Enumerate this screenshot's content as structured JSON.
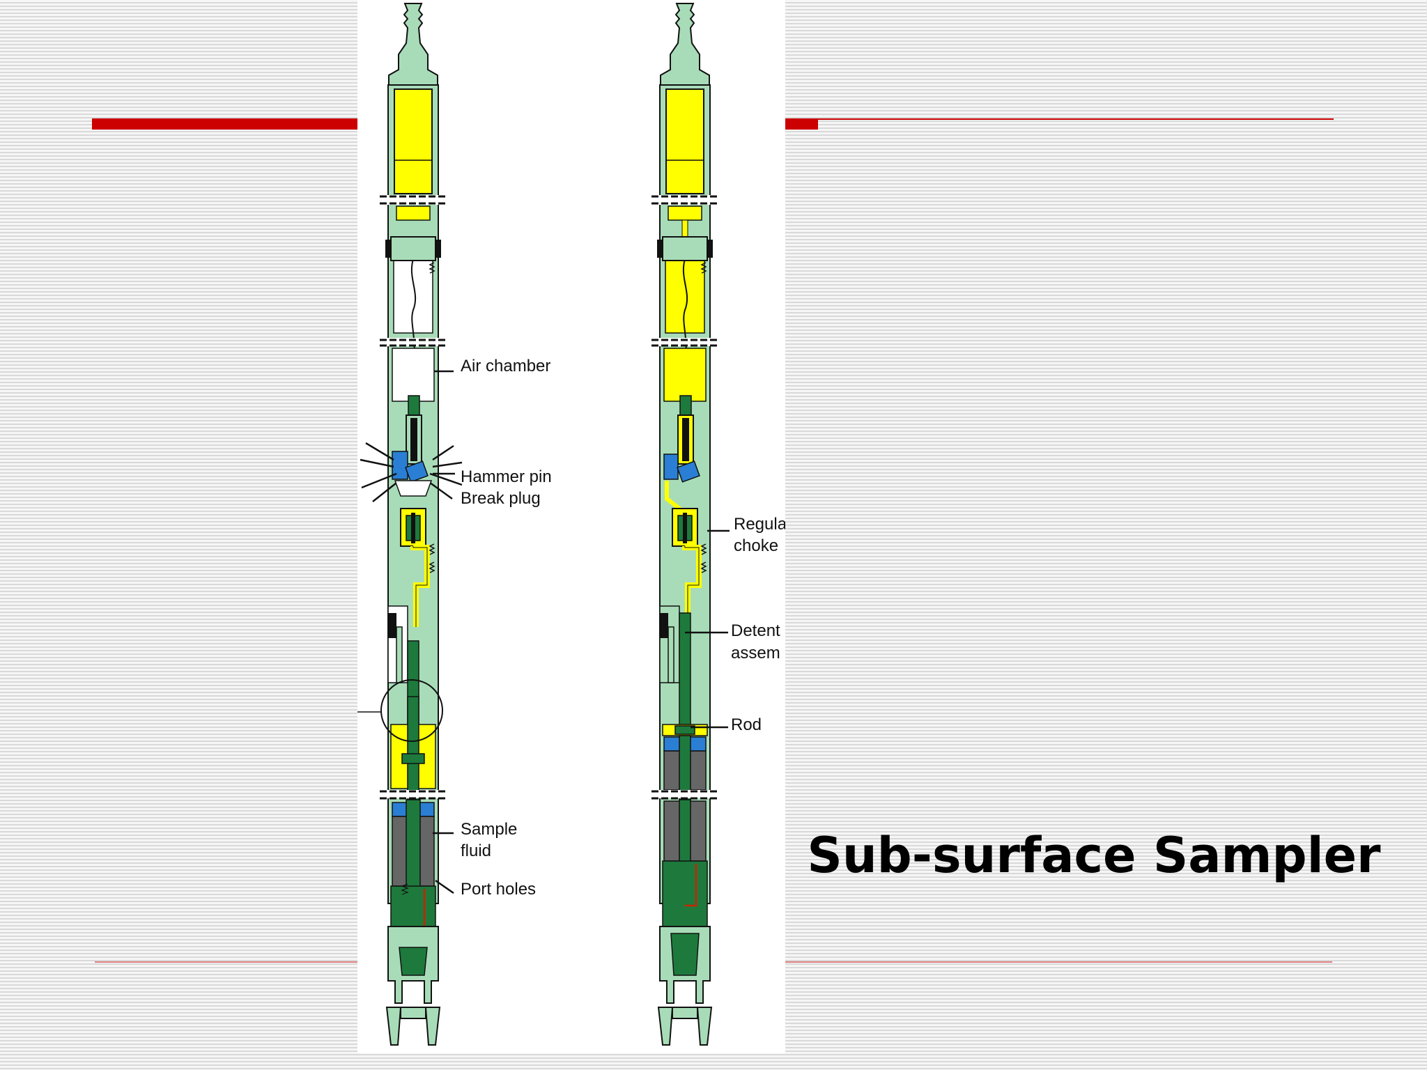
{
  "slide": {
    "title": "Sub-surface Sampler",
    "accent_color": "#cc0000"
  },
  "diagram": {
    "colors": {
      "body": "#a8dcb8",
      "chamber_fill": "#ffff00",
      "rod": "#1e7a3c",
      "seal": "#2a7fd4",
      "piston": "#666666",
      "outline": "#111111",
      "red_line": "#cc2200"
    },
    "left_tool_labels": {
      "air_chamber": "Air chamber",
      "hammer_pin": "Hammer pin",
      "break_plug": "Break plug",
      "sample": "Sample",
      "fluid": "fluid",
      "port_holes": "Port holes"
    },
    "right_tool_labels": {
      "regula": "Regula",
      "choke": "choke",
      "detent": "Detent",
      "assem": "assem",
      "rod": "Rod"
    }
  }
}
